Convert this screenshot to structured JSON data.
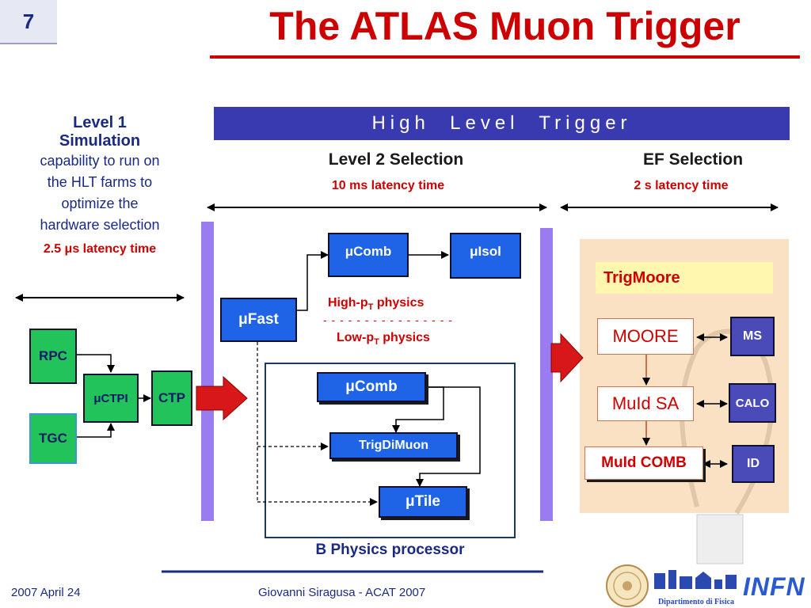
{
  "slide_number": "7",
  "title": "The ATLAS Muon Trigger",
  "hlt_banner": "High  Level  Trigger",
  "level1": {
    "heading": "Level 1",
    "subheading": "Simulation",
    "desc_lines": [
      "capability to run on",
      "the HLT farms to",
      "optimize the",
      "hardware selection"
    ],
    "latency": "2.5 μs latency time"
  },
  "level2": {
    "heading": "Level 2 Selection",
    "latency": "10 ms latency time"
  },
  "ef": {
    "heading": "EF Selection",
    "latency": "2 s latency time"
  },
  "l1_boxes": {
    "rpc": "RPC",
    "tgc": "TGC",
    "mu_ctpi": "μCTPI",
    "ctp": "CTP"
  },
  "l2_boxes": {
    "mu_fast": "μFast",
    "mu_comb": "μComb",
    "mu_isol": "μIsol",
    "high_pt": "High-p",
    "low_pt": "Low-p",
    "pt_sub": "T",
    "physics": " physics",
    "dashes": "- - - - - - - - - - - - - - - -"
  },
  "bphys": {
    "mu_comb": "μComb",
    "trigdimuon": "TrigDiMuon",
    "mu_tile": "μTile",
    "label": "B Physics processor"
  },
  "ef_boxes": {
    "trigmoore": "TrigMoore",
    "moore": "MOORE",
    "muid_sa": "MuId SA",
    "muid_comb": "MuId COMB",
    "ms": "MS",
    "calo": "CALO",
    "id": "ID"
  },
  "footer": {
    "date": "2007 April 24",
    "author": "Giovanni Siragusa - ACAT 2007",
    "dept_logo": "Dipartimento di Fisica",
    "infn_logo": "INFN"
  }
}
